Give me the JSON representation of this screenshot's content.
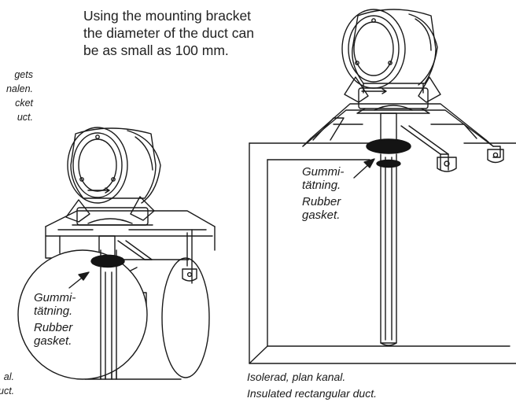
{
  "intro_text": {
    "line1": "Using the mounting bracket",
    "line2": "the diameter of the duct can",
    "line3": "be as small as 100 mm."
  },
  "clipped_left_text": {
    "line1": "gets",
    "line2": "nalen.",
    "line3": "cket",
    "line4": "uct."
  },
  "round_duct": {
    "gasket_label_sv_1": "Gummi-",
    "gasket_label_sv_2": "tätning.",
    "gasket_label_en_1": "Rubber",
    "gasket_label_en_2": "gasket.",
    "caption_clip_1": "al.",
    "caption_clip_2": "uct."
  },
  "rect_duct": {
    "gasket_label_sv_1": "Gummi-",
    "gasket_label_sv_2": "tätning.",
    "gasket_label_en_1": "Rubber",
    "gasket_label_en_2": "gasket.",
    "caption_sv": "Isolerad, plan kanal.",
    "caption_en": "Insulated rectangular duct."
  },
  "colors": {
    "line": "#1a1a1a",
    "gasket": "#141414",
    "background": "#ffffff"
  }
}
